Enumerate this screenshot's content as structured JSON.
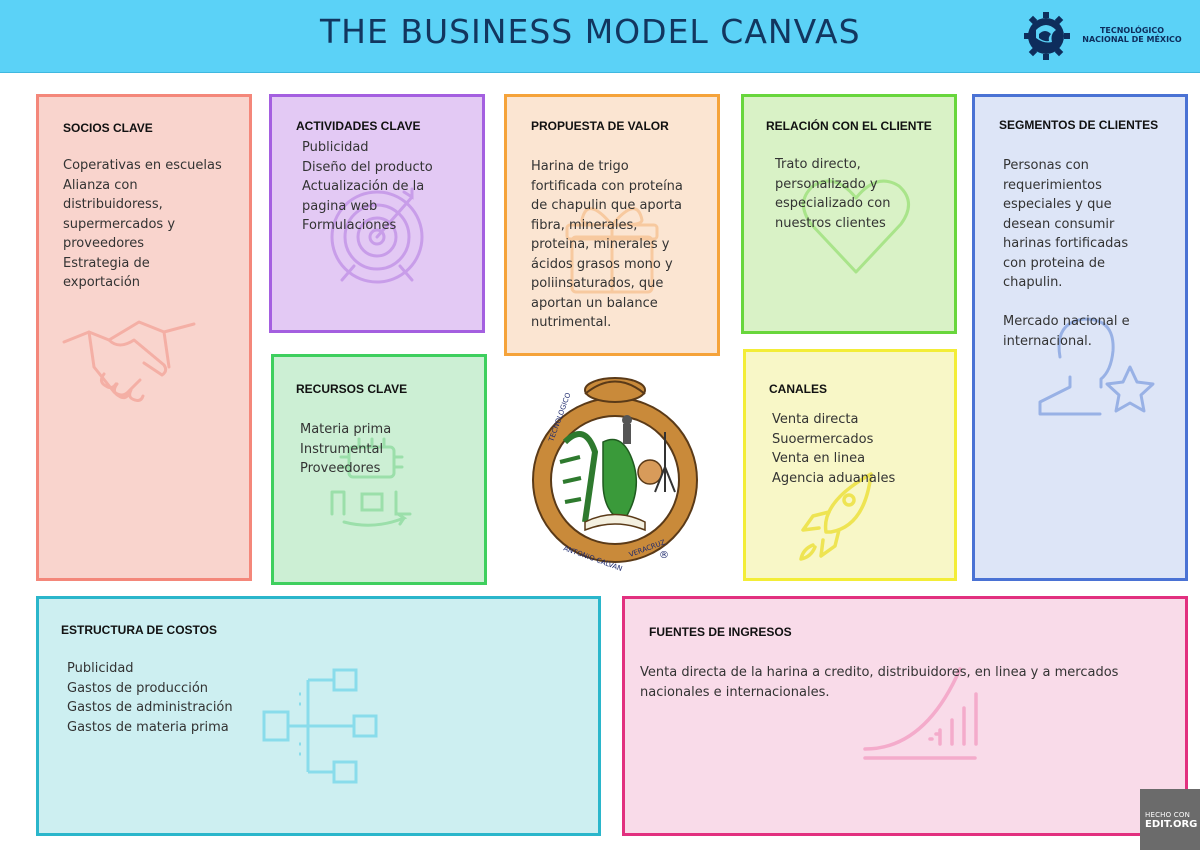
{
  "header": {
    "title": "THE BUSINESS MODEL CANVAS",
    "logo_text_line1": "TECNOLÓGICO",
    "logo_text_line2": "NACIONAL DE MÉXICO",
    "background": "#5bd2f7",
    "title_color": "#12365f"
  },
  "blocks": {
    "socios": {
      "title": "SOCIOS CLAVE",
      "lines": [
        "Coperativas en escuelas",
        "Alianza con",
        "distribuidoress,",
        "supermercados y",
        "proveedores",
        "Estrategia de",
        "exportación"
      ],
      "icon": "handshake-icon",
      "color": "#f4877a"
    },
    "actividades": {
      "title": "ACTIVIDADES CLAVE",
      "lines": [
        "Publicidad",
        "Diseño  del producto",
        "Actualización de la",
        "pagina web",
        "Formulaciones"
      ],
      "icon": "target-icon",
      "color": "#a45fe0"
    },
    "recursos": {
      "title": "RECURSOS CLAVE",
      "lines": [
        "Materia prima",
        "Instrumental",
        "Proveedores"
      ],
      "icon": "resources-icon",
      "color": "#3ecf5e"
    },
    "propuesta": {
      "title": "PROPUESTA DE VALOR",
      "lines": [
        "Harina de trigo",
        "fortificada con proteína",
        "de chapulin que aporta",
        "fibra, minerales,",
        "proteina, minerales y",
        "ácidos grasos mono y",
        "poliinsaturados, que",
        "aportan un balance",
        "nutrimental."
      ],
      "icon": "gift-icon",
      "color": "#f5a33a"
    },
    "relacion": {
      "title": "RELACIÓN CON EL CLIENTE",
      "lines": [
        "Trato directo,",
        "personalizado y",
        "especializado con",
        "nuestros clientes"
      ],
      "icon": "heart-icon",
      "color": "#68d63c"
    },
    "canales": {
      "title": "CANALES",
      "lines": [
        "Venta  directa",
        "Suoermercados",
        "Venta en linea",
        "Agencia aduanales"
      ],
      "icon": "rocket-icon",
      "color": "#f3ed37"
    },
    "segmentos": {
      "title": "SEGMENTOS DE CLIENTES",
      "lines": [
        "Personas con",
        "requerimientos",
        "especiales y que",
        "desean consumir",
        "harinas fortificadas",
        "con proteina de",
        "chapulin.",
        "",
        "Mercado nacional e",
        "internacional."
      ],
      "icon": "person-star-icon",
      "color": "#4a72d4"
    },
    "costos": {
      "title": "ESTRUCTURA DE COSTOS",
      "lines": [
        "Publicidad",
        "Gastos de producción",
        "Gastos de administración",
        "Gastos de materia prima"
      ],
      "icon": "hierarchy-icon",
      "color": "#2ab6cb"
    },
    "fuentes": {
      "title": "FUENTES DE INGRESOS",
      "lines": [
        "Venta directa de la harina a credito, distribuidores, en linea y a mercados",
        "nacionales e internacionales."
      ],
      "icon": "growth-chart-icon",
      "color": "#e2307f"
    }
  },
  "seal": {
    "text_left": "TECNOLOGICO",
    "text_bottom_left": "ANTONIO CALVAN",
    "text_bottom_right": "VERACRUZ",
    "registered": "®"
  },
  "badge": {
    "line1": "HECHO CON",
    "line2": "EDIT.ORG"
  }
}
